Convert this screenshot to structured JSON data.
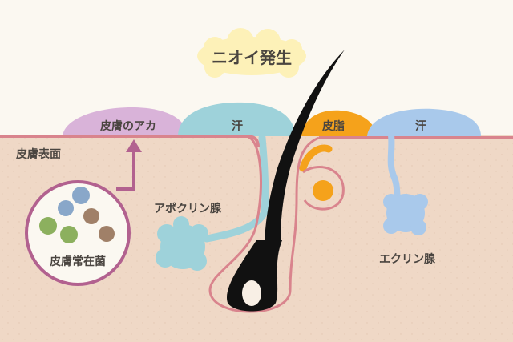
{
  "title": "ニオイ発生",
  "labels": {
    "skin_surface": "皮膚表面",
    "dirt": "皮膚のアカ",
    "sweat_left": "汗",
    "sebum": "皮脂",
    "sweat_right": "汗",
    "apocrine": "アポクリン腺",
    "eccrine": "エクリン腺",
    "bacteria": "皮膚常在菌"
  },
  "colors": {
    "skin": "#efd8c6",
    "skin_line": "#d9848d",
    "dirt": "#d9b3d9",
    "sweat": "#9ed2da",
    "sebum": "#f5a21b",
    "eccrine": "#a9c9eb",
    "hair": "#111111",
    "title_bg": "#fdf1b8",
    "circle_border": "#b2618f"
  }
}
